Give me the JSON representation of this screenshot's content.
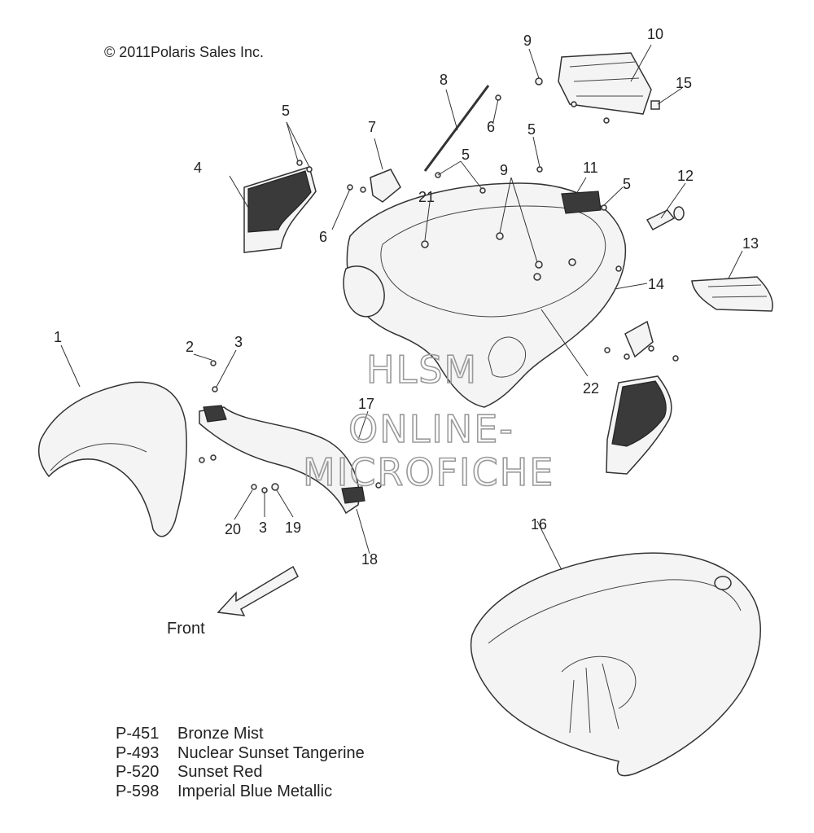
{
  "diagram": {
    "copyright": "© 2011Polaris Sales Inc.",
    "front_label": "Front",
    "watermark": [
      "HLSM",
      "ONLINE-",
      "MICROFICHE"
    ],
    "callouts": [
      "1",
      "2",
      "3",
      "3",
      "4",
      "5",
      "5",
      "5",
      "5",
      "6",
      "6",
      "7",
      "8",
      "9",
      "9",
      "10",
      "11",
      "12",
      "13",
      "14",
      "15",
      "16",
      "17",
      "18",
      "19",
      "20",
      "21",
      "22"
    ],
    "paint_codes": [
      {
        "code": "P-451",
        "name": "Bronze Mist"
      },
      {
        "code": "P-493",
        "name": "Nuclear Sunset Tangerine"
      },
      {
        "code": "P-520",
        "name": "Sunset Red"
      },
      {
        "code": "P-598",
        "name": "Imperial Blue Metallic"
      }
    ]
  }
}
